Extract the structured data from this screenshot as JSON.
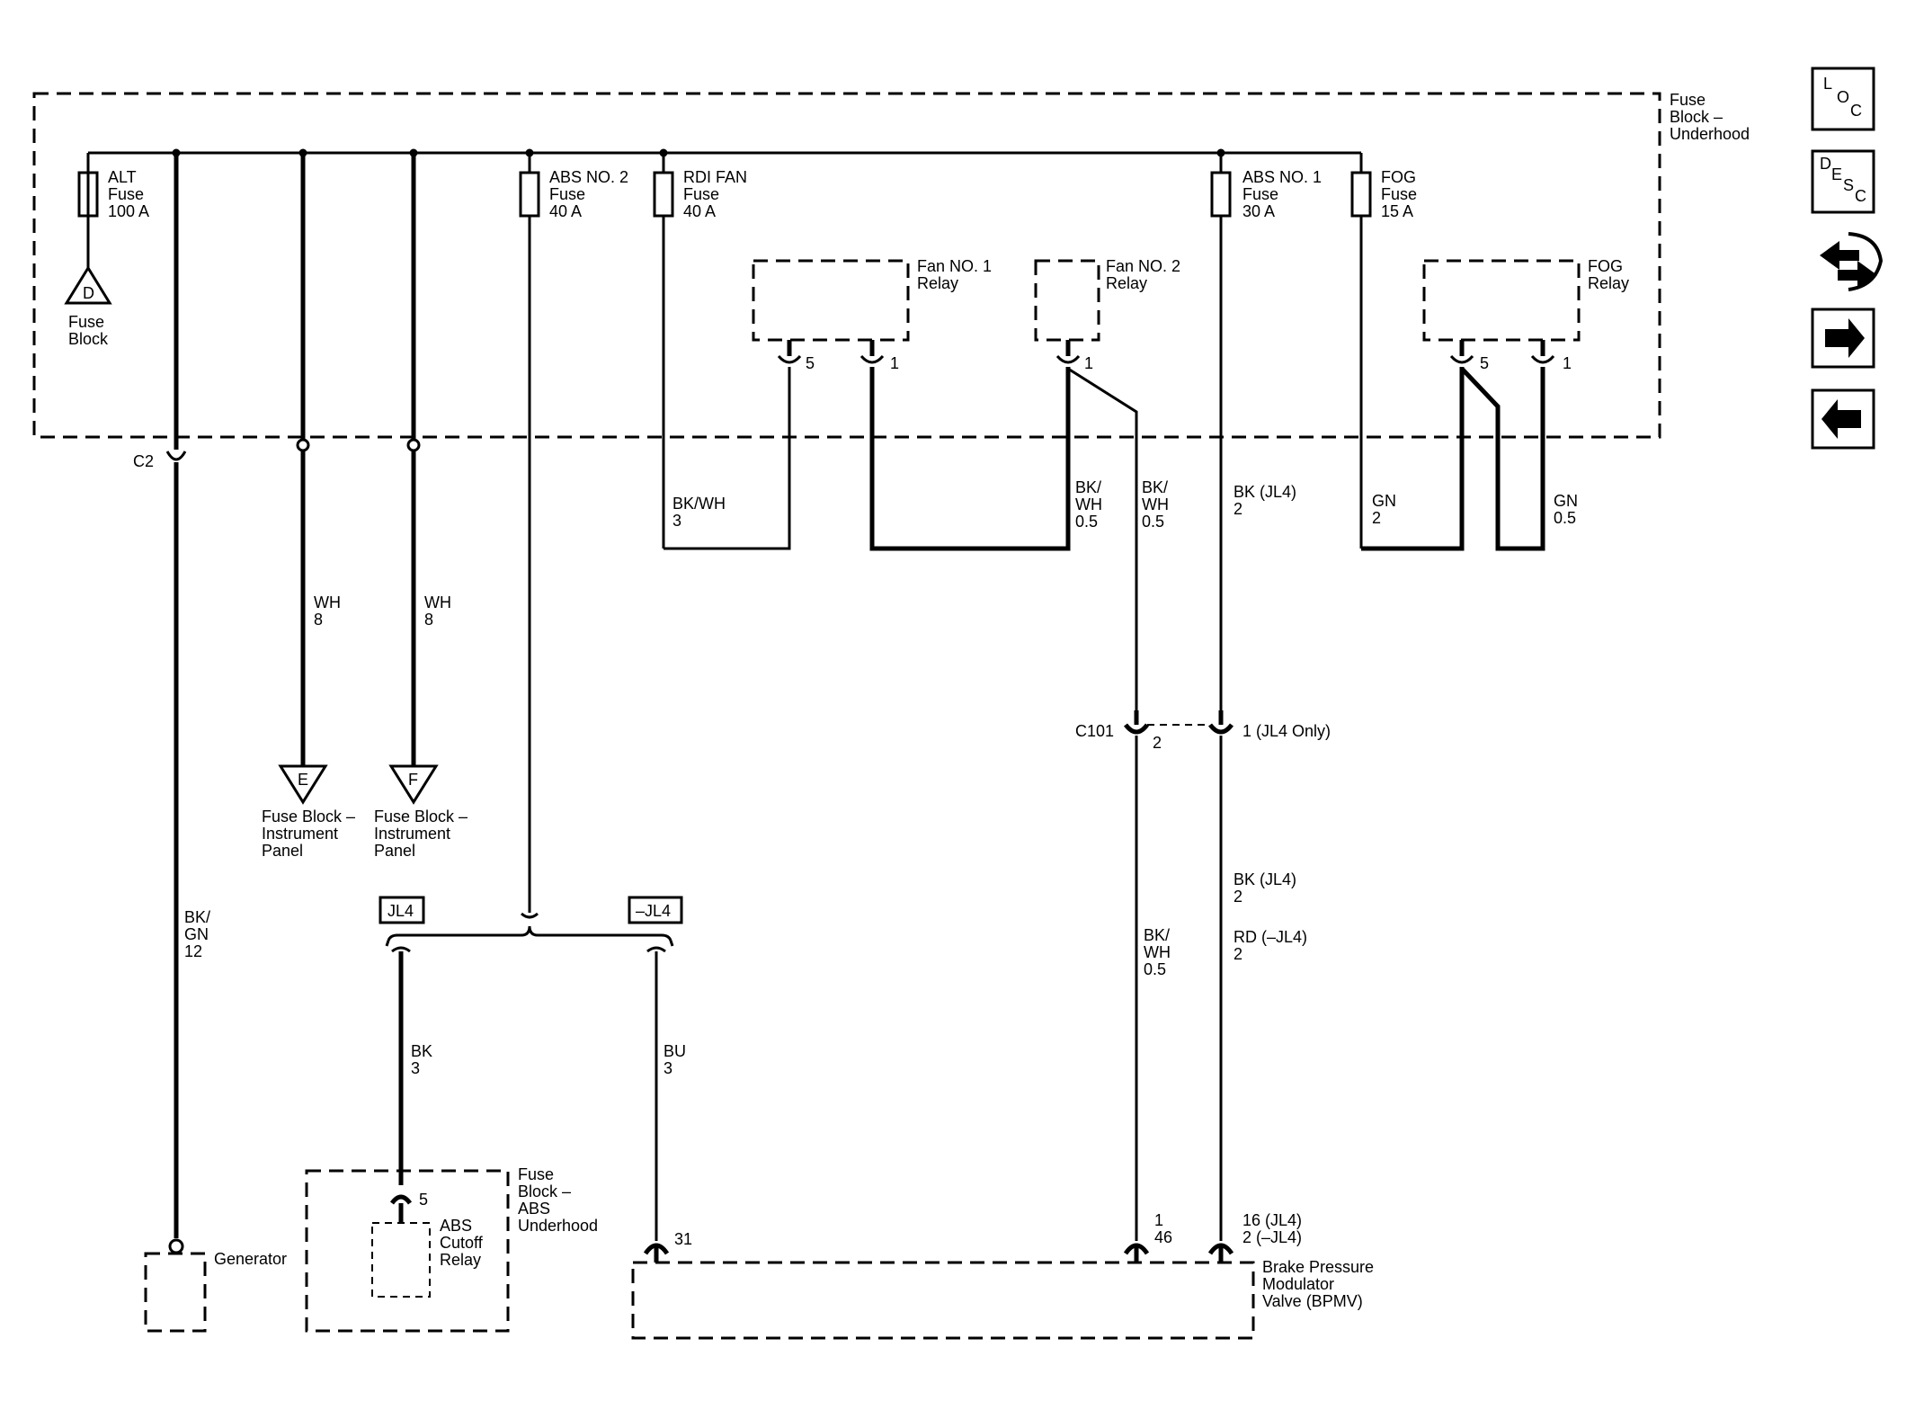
{
  "fuse_block_underhood": {
    "label": [
      "Fuse",
      "Block –",
      "Underhood"
    ]
  },
  "fuses": {
    "alt": [
      "ALT",
      "Fuse",
      "100 A"
    ],
    "abs2": [
      "ABS NO. 2",
      "Fuse",
      "40 A"
    ],
    "rdi_fan": [
      "RDI FAN",
      "Fuse",
      "40 A"
    ],
    "abs1": [
      "ABS NO. 1",
      "Fuse",
      "30 A"
    ],
    "fog": [
      "FOG",
      "Fuse",
      "15 A"
    ]
  },
  "fuse_block_d": {
    "letter": "D",
    "label": [
      "Fuse",
      "Block"
    ]
  },
  "relays": {
    "fan1": {
      "label": [
        "Fan NO. 1",
        "Relay"
      ],
      "pins": [
        "5",
        "1"
      ]
    },
    "fan2": {
      "label": [
        "Fan NO. 2",
        "Relay"
      ],
      "pins": [
        "1"
      ]
    },
    "fog": {
      "label": [
        "FOG",
        "Relay"
      ],
      "pins": [
        "5",
        "1"
      ]
    }
  },
  "connectors": {
    "c2": "C2",
    "c101": "C101",
    "c101_pin2": "2",
    "c101_pin1": "1 (JL4 Only)"
  },
  "wires": {
    "bkwh3": [
      "BK/WH",
      "3"
    ],
    "bkwh05a": [
      "BK/",
      "WH",
      "0.5"
    ],
    "bkwh05b": [
      "BK/",
      "WH",
      "0.5"
    ],
    "bkjl4_top": [
      "BK (JL4)",
      "2"
    ],
    "gn2": [
      "GN",
      "2"
    ],
    "gn05": [
      "GN",
      "0.5"
    ],
    "wh8a": [
      "WH",
      "8"
    ],
    "wh8b": [
      "WH",
      "8"
    ],
    "bkgn12": [
      "BK/",
      "GN",
      "12"
    ],
    "bk3": [
      "BK",
      "3"
    ],
    "bu3": [
      "BU",
      "3"
    ],
    "bkwh05c": [
      "BK/",
      "WH",
      "0.5"
    ],
    "bkjl4_bot": [
      "BK (JL4)",
      "2"
    ],
    "rdjl4": [
      "RD (–JL4)",
      "2"
    ]
  },
  "fuse_block_ip_e": {
    "letter": "E",
    "label": [
      "Fuse Block –",
      "Instrument",
      "Panel"
    ]
  },
  "fuse_block_ip_f": {
    "letter": "F",
    "label": [
      "Fuse Block –",
      "Instrument",
      "Panel"
    ]
  },
  "options": {
    "jl4": "JL4",
    "not_jl4": "–JL4"
  },
  "abs_underhood": {
    "label": [
      "Fuse",
      "Block –",
      "ABS",
      "Underhood"
    ],
    "pin": "5",
    "relay_label": [
      "ABS",
      "Cutoff",
      "Relay"
    ]
  },
  "generator": {
    "label": "Generator"
  },
  "bpmv": {
    "label": [
      "Brake Pressure",
      "Modulator",
      "Valve (BPMV)"
    ],
    "pin31": "31",
    "pin_46": [
      "1",
      "46"
    ],
    "pin_16": [
      "16 (JL4)",
      "2 (–JL4)"
    ]
  },
  "nav": {
    "loc": [
      "L",
      "O",
      "C"
    ],
    "desc": [
      "D",
      "E",
      "S",
      "C"
    ],
    "icons": [
      "connector-swap-icon",
      "arrow-right-icon",
      "arrow-left-icon"
    ]
  }
}
